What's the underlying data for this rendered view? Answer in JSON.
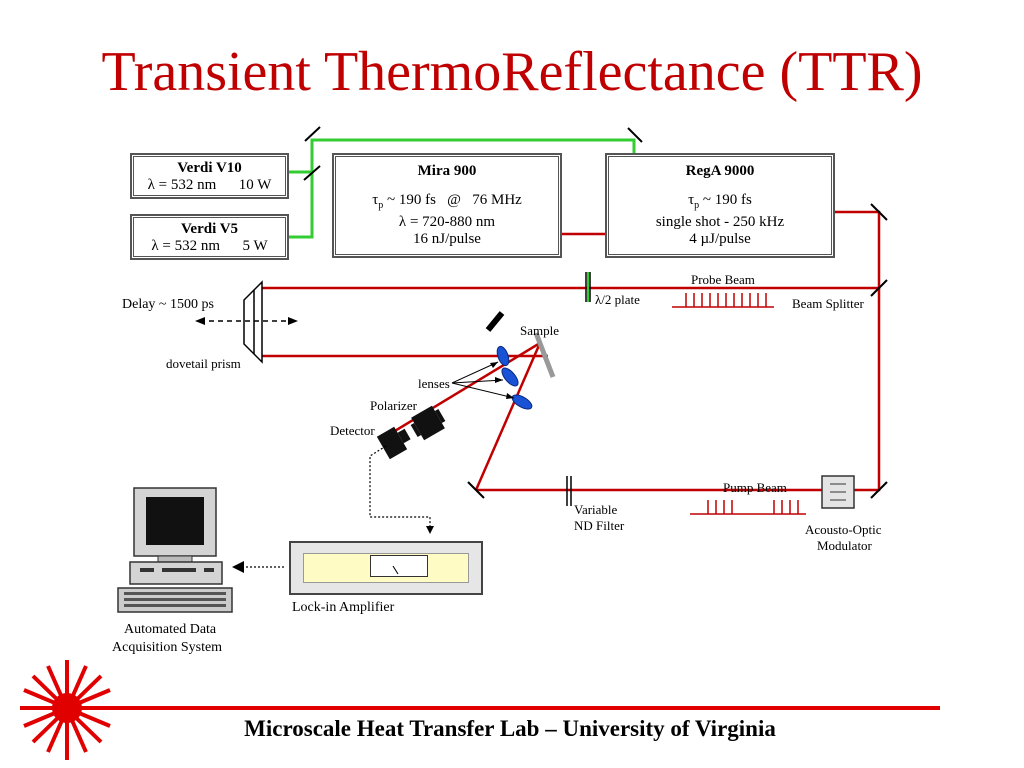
{
  "title": "Transient ThermoReflectance (TTR)",
  "footer": "Microscale Heat Transfer Lab – University of Virginia",
  "boxes": {
    "verdi_v10": {
      "name": "Verdi V10",
      "line1_lambda": "λ = 532 nm",
      "line1_power": "10 W"
    },
    "verdi_v5": {
      "name": "Verdi V5",
      "line1_lambda": "λ = 532 nm",
      "line1_power": "5 W"
    },
    "mira": {
      "name": "Mira 900",
      "tau": "τ",
      "tau_sub": "p",
      "tau_rest": " ~ 190 fs   @   76 MHz",
      "line2": "λ = 720-880 nm",
      "line3": "16 nJ/pulse"
    },
    "rega": {
      "name": "RegA 9000",
      "tau": "τ",
      "tau_sub": "p",
      "tau_rest": " ~ 190 fs",
      "line2": "single shot - 250 kHz",
      "line3": "4 µJ/pulse"
    }
  },
  "labels": {
    "probe_beam": "Probe Beam",
    "half_wave_plate": "λ/2 plate",
    "beam_splitter": "Beam Splitter",
    "delay": "Delay ~ 1500 ps",
    "dovetail_prism": "dovetail prism",
    "sample": "Sample",
    "lenses": "lenses",
    "polarizer": "Polarizer",
    "detector": "Detector",
    "pump_beam": "Pump Beam",
    "variable_nd_1": "Variable",
    "variable_nd_2": "ND Filter",
    "aom_1": "Acousto-Optic",
    "aom_2": "Modulator",
    "lockin": "Lock-in Amplifier",
    "daq_1": "Automated Data",
    "daq_2": "Acquisition System"
  },
  "colors": {
    "title": "#c00000",
    "beam_red": "#c00000",
    "beam_green": "#33cc33",
    "lens_blue": "#1a52d6"
  },
  "icons": [
    "laser-logo-icon",
    "computer-icon",
    "mirror-icon",
    "lens-icon"
  ]
}
